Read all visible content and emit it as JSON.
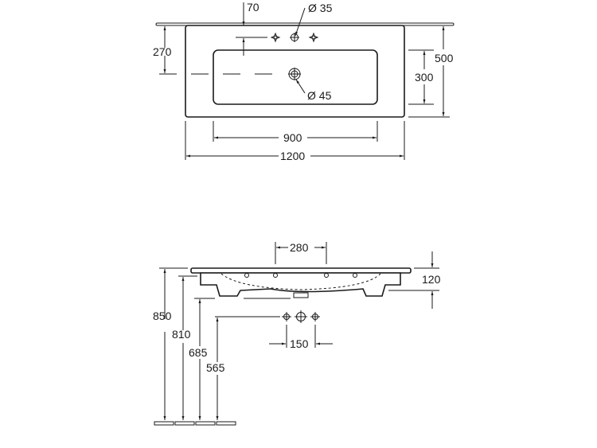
{
  "top_view": {
    "dim_tap_offset": "70",
    "dim_tap_hole": "Ø 35",
    "dim_drain_hole": "Ø 45",
    "dim_tap_to_wall": "270",
    "dim_bowl_depth": "300",
    "dim_overall_depth": "500",
    "dim_bowl_width": "900",
    "dim_overall_width": "1200"
  },
  "front_view": {
    "dim_bracket_spacing": "280",
    "dim_basin_height": "120",
    "dim_top_height": "850",
    "dim_underside_height": "810",
    "dim_waste_height": "685",
    "dim_supply_height": "565",
    "dim_supply_spacing": "150"
  }
}
